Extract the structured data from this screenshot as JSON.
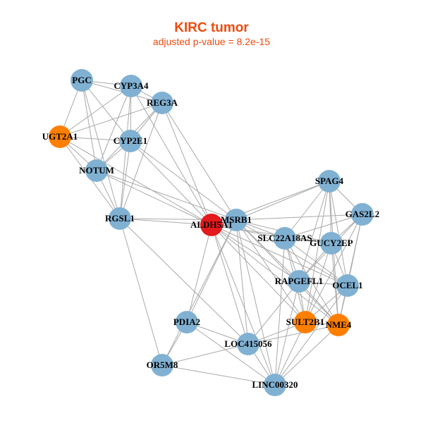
{
  "title": "KIRC tumor",
  "subtitle": "adjusted p-value = 8.2e-15",
  "colors": {
    "title": "#ee4b0f",
    "edge": "#a9a9a9",
    "node_default": "#80b1d3",
    "node_highlight": "#e41a1c",
    "node_secondary": "#ff7f00"
  },
  "nodes": [
    {
      "id": "PGC",
      "label": "PGC",
      "color": "node_default"
    },
    {
      "id": "CYP3A4",
      "label": "CYP3A4",
      "color": "node_default"
    },
    {
      "id": "REG3A",
      "label": "REG3A",
      "color": "node_default"
    },
    {
      "id": "UGT2A1",
      "label": "UGT2A1",
      "color": "node_secondary"
    },
    {
      "id": "CYP2E1",
      "label": "CYP2E1",
      "color": "node_default"
    },
    {
      "id": "NOTUM",
      "label": "NOTUM",
      "color": "node_default"
    },
    {
      "id": "RGSL1",
      "label": "RGSL1",
      "color": "node_default"
    },
    {
      "id": "ALDH5A1",
      "label": "ALDH5A1",
      "color": "node_highlight"
    },
    {
      "id": "MSRB1",
      "label": "MSRB1",
      "color": "node_default"
    },
    {
      "id": "SPAG4",
      "label": "SPAG4",
      "color": "node_default"
    },
    {
      "id": "GAS2L2",
      "label": "GAS2L2",
      "color": "node_default"
    },
    {
      "id": "SLC22A18AS",
      "label": "SLC22A18AS",
      "color": "node_default"
    },
    {
      "id": "GUCY2EP",
      "label": "GUCY2EP",
      "color": "node_default"
    },
    {
      "id": "RAPGEFL1",
      "label": "RAPGEFL1",
      "color": "node_default"
    },
    {
      "id": "OCEL1",
      "label": "OCEL1",
      "color": "node_default"
    },
    {
      "id": "SULT2B1",
      "label": "SULT2B1",
      "color": "node_secondary"
    },
    {
      "id": "NME4",
      "label": "NME4",
      "color": "node_secondary"
    },
    {
      "id": "PDIA2",
      "label": "PDIA2",
      "color": "node_default"
    },
    {
      "id": "LOC415056",
      "label": "LOC415056",
      "color": "node_default"
    },
    {
      "id": "OR5M8",
      "label": "OR5M8",
      "color": "node_default"
    },
    {
      "id": "LINC00320",
      "label": "LINC00320",
      "color": "node_default"
    }
  ],
  "edges": [
    [
      "PGC",
      "CYP3A4"
    ],
    [
      "PGC",
      "REG3A"
    ],
    [
      "PGC",
      "UGT2A1"
    ],
    [
      "PGC",
      "CYP2E1"
    ],
    [
      "PGC",
      "NOTUM"
    ],
    [
      "PGC",
      "RGSL1"
    ],
    [
      "CYP3A4",
      "REG3A"
    ],
    [
      "CYP3A4",
      "UGT2A1"
    ],
    [
      "CYP3A4",
      "CYP2E1"
    ],
    [
      "CYP3A4",
      "NOTUM"
    ],
    [
      "CYP3A4",
      "RGSL1"
    ],
    [
      "CYP3A4",
      "ALDH5A1"
    ],
    [
      "REG3A",
      "UGT2A1"
    ],
    [
      "REG3A",
      "CYP2E1"
    ],
    [
      "REG3A",
      "NOTUM"
    ],
    [
      "REG3A",
      "RGSL1"
    ],
    [
      "REG3A",
      "ALDH5A1"
    ],
    [
      "REG3A",
      "MSRB1"
    ],
    [
      "UGT2A1",
      "CYP2E1"
    ],
    [
      "UGT2A1",
      "NOTUM"
    ],
    [
      "UGT2A1",
      "RGSL1"
    ],
    [
      "UGT2A1",
      "ALDH5A1"
    ],
    [
      "CYP2E1",
      "NOTUM"
    ],
    [
      "CYP2E1",
      "RGSL1"
    ],
    [
      "CYP2E1",
      "ALDH5A1"
    ],
    [
      "CYP2E1",
      "MSRB1"
    ],
    [
      "NOTUM",
      "RGSL1"
    ],
    [
      "NOTUM",
      "ALDH5A1"
    ],
    [
      "NOTUM",
      "MSRB1"
    ],
    [
      "RGSL1",
      "ALDH5A1"
    ],
    [
      "RGSL1",
      "MSRB1"
    ],
    [
      "RGSL1",
      "OR5M8"
    ],
    [
      "RGSL1",
      "LOC415056"
    ],
    [
      "ALDH5A1",
      "MSRB1"
    ],
    [
      "ALDH5A1",
      "SPAG4"
    ],
    [
      "ALDH5A1",
      "SLC22A18AS"
    ],
    [
      "ALDH5A1",
      "GUCY2EP"
    ],
    [
      "ALDH5A1",
      "RAPGEFL1"
    ],
    [
      "ALDH5A1",
      "OCEL1"
    ],
    [
      "ALDH5A1",
      "SULT2B1"
    ],
    [
      "ALDH5A1",
      "NME4"
    ],
    [
      "ALDH5A1",
      "PDIA2"
    ],
    [
      "ALDH5A1",
      "LOC415056"
    ],
    [
      "ALDH5A1",
      "LINC00320"
    ],
    [
      "MSRB1",
      "SPAG4"
    ],
    [
      "MSRB1",
      "GAS2L2"
    ],
    [
      "MSRB1",
      "SLC22A18AS"
    ],
    [
      "MSRB1",
      "GUCY2EP"
    ],
    [
      "MSRB1",
      "RAPGEFL1"
    ],
    [
      "MSRB1",
      "OCEL1"
    ],
    [
      "MSRB1",
      "SULT2B1"
    ],
    [
      "MSRB1",
      "NME4"
    ],
    [
      "MSRB1",
      "PDIA2"
    ],
    [
      "MSRB1",
      "LOC415056"
    ],
    [
      "MSRB1",
      "OR5M8"
    ],
    [
      "MSRB1",
      "LINC00320"
    ],
    [
      "SPAG4",
      "GAS2L2"
    ],
    [
      "SPAG4",
      "SLC22A18AS"
    ],
    [
      "SPAG4",
      "GUCY2EP"
    ],
    [
      "SPAG4",
      "RAPGEFL1"
    ],
    [
      "SPAG4",
      "OCEL1"
    ],
    [
      "SPAG4",
      "SULT2B1"
    ],
    [
      "SPAG4",
      "NME4"
    ],
    [
      "GAS2L2",
      "SLC22A18AS"
    ],
    [
      "GAS2L2",
      "GUCY2EP"
    ],
    [
      "GAS2L2",
      "RAPGEFL1"
    ],
    [
      "GAS2L2",
      "OCEL1"
    ],
    [
      "GAS2L2",
      "SULT2B1"
    ],
    [
      "GAS2L2",
      "NME4"
    ],
    [
      "SLC22A18AS",
      "GUCY2EP"
    ],
    [
      "SLC22A18AS",
      "RAPGEFL1"
    ],
    [
      "SLC22A18AS",
      "OCEL1"
    ],
    [
      "SLC22A18AS",
      "SULT2B1"
    ],
    [
      "SLC22A18AS",
      "NME4"
    ],
    [
      "SLC22A18AS",
      "LINC00320"
    ],
    [
      "GUCY2EP",
      "RAPGEFL1"
    ],
    [
      "GUCY2EP",
      "OCEL1"
    ],
    [
      "GUCY2EP",
      "SULT2B1"
    ],
    [
      "GUCY2EP",
      "NME4"
    ],
    [
      "RAPGEFL1",
      "OCEL1"
    ],
    [
      "RAPGEFL1",
      "SULT2B1"
    ],
    [
      "RAPGEFL1",
      "NME4"
    ],
    [
      "RAPGEFL1",
      "LOC415056"
    ],
    [
      "RAPGEFL1",
      "LINC00320"
    ],
    [
      "OCEL1",
      "SULT2B1"
    ],
    [
      "OCEL1",
      "NME4"
    ],
    [
      "OCEL1",
      "LINC00320"
    ],
    [
      "SULT2B1",
      "NME4"
    ],
    [
      "SULT2B1",
      "LOC415056"
    ],
    [
      "SULT2B1",
      "LINC00320"
    ],
    [
      "NME4",
      "LINC00320"
    ],
    [
      "NME4",
      "LOC415056"
    ],
    [
      "PDIA2",
      "LOC415056"
    ],
    [
      "PDIA2",
      "OR5M8"
    ],
    [
      "PDIA2",
      "LINC00320"
    ],
    [
      "LOC415056",
      "OR5M8"
    ],
    [
      "LOC415056",
      "LINC00320"
    ],
    [
      "OR5M8",
      "LINC00320"
    ]
  ]
}
